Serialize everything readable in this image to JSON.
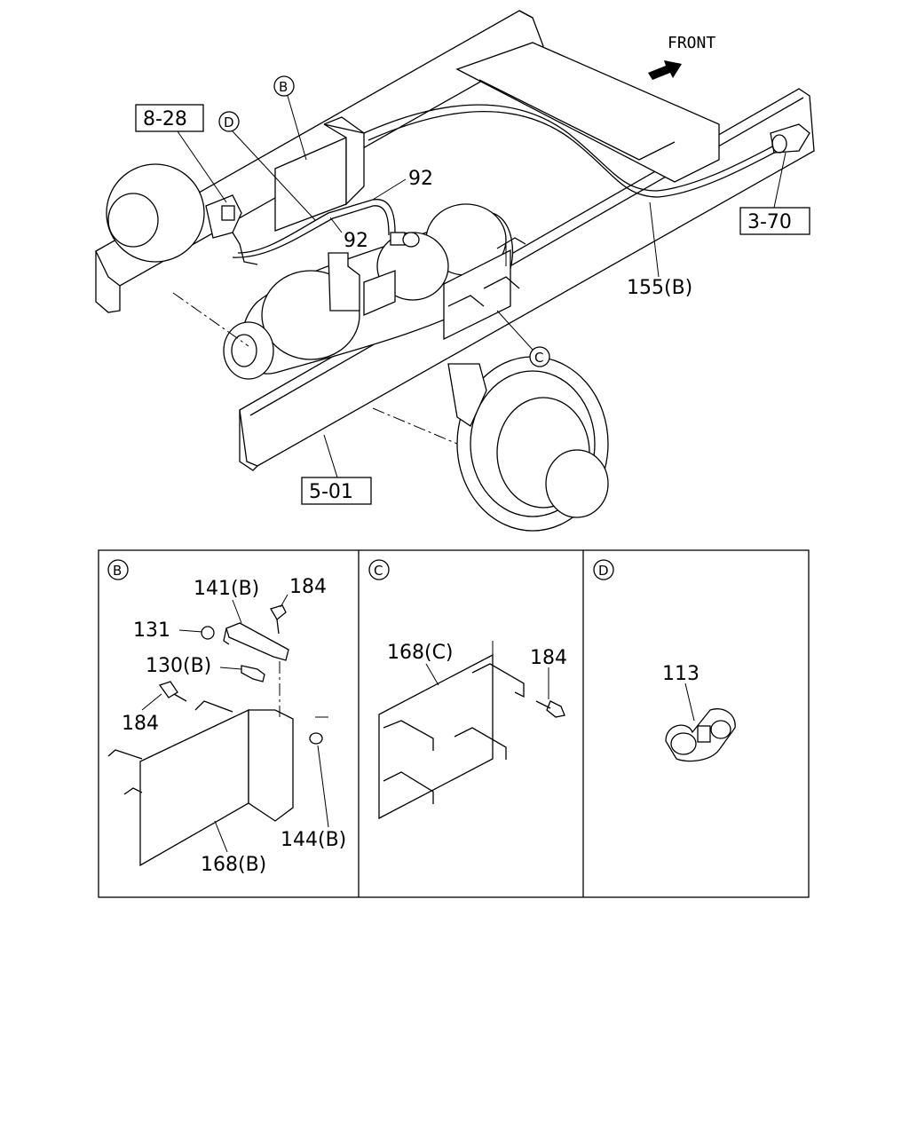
{
  "diagram": {
    "front_label": "FRONT",
    "refs": {
      "r8_28": "8-28",
      "r3_70": "3-70",
      "r5_01": "5-01"
    },
    "callouts": {
      "c_B": "B",
      "c_C": "C",
      "c_D": "D"
    },
    "parts_top": {
      "p92a": "92",
      "p92b": "92",
      "p155b": "155(B)"
    },
    "panel_B": {
      "circle": "B",
      "p141b": "141(B)",
      "p184a": "184",
      "p131": "131",
      "p130b": "130(B)",
      "p184b": "184",
      "p144b": "144(B)",
      "p168b": "168(B)"
    },
    "panel_C": {
      "circle": "C",
      "p168c": "168(C)",
      "p184": "184"
    },
    "panel_D": {
      "circle": "D",
      "p113": "113"
    }
  }
}
